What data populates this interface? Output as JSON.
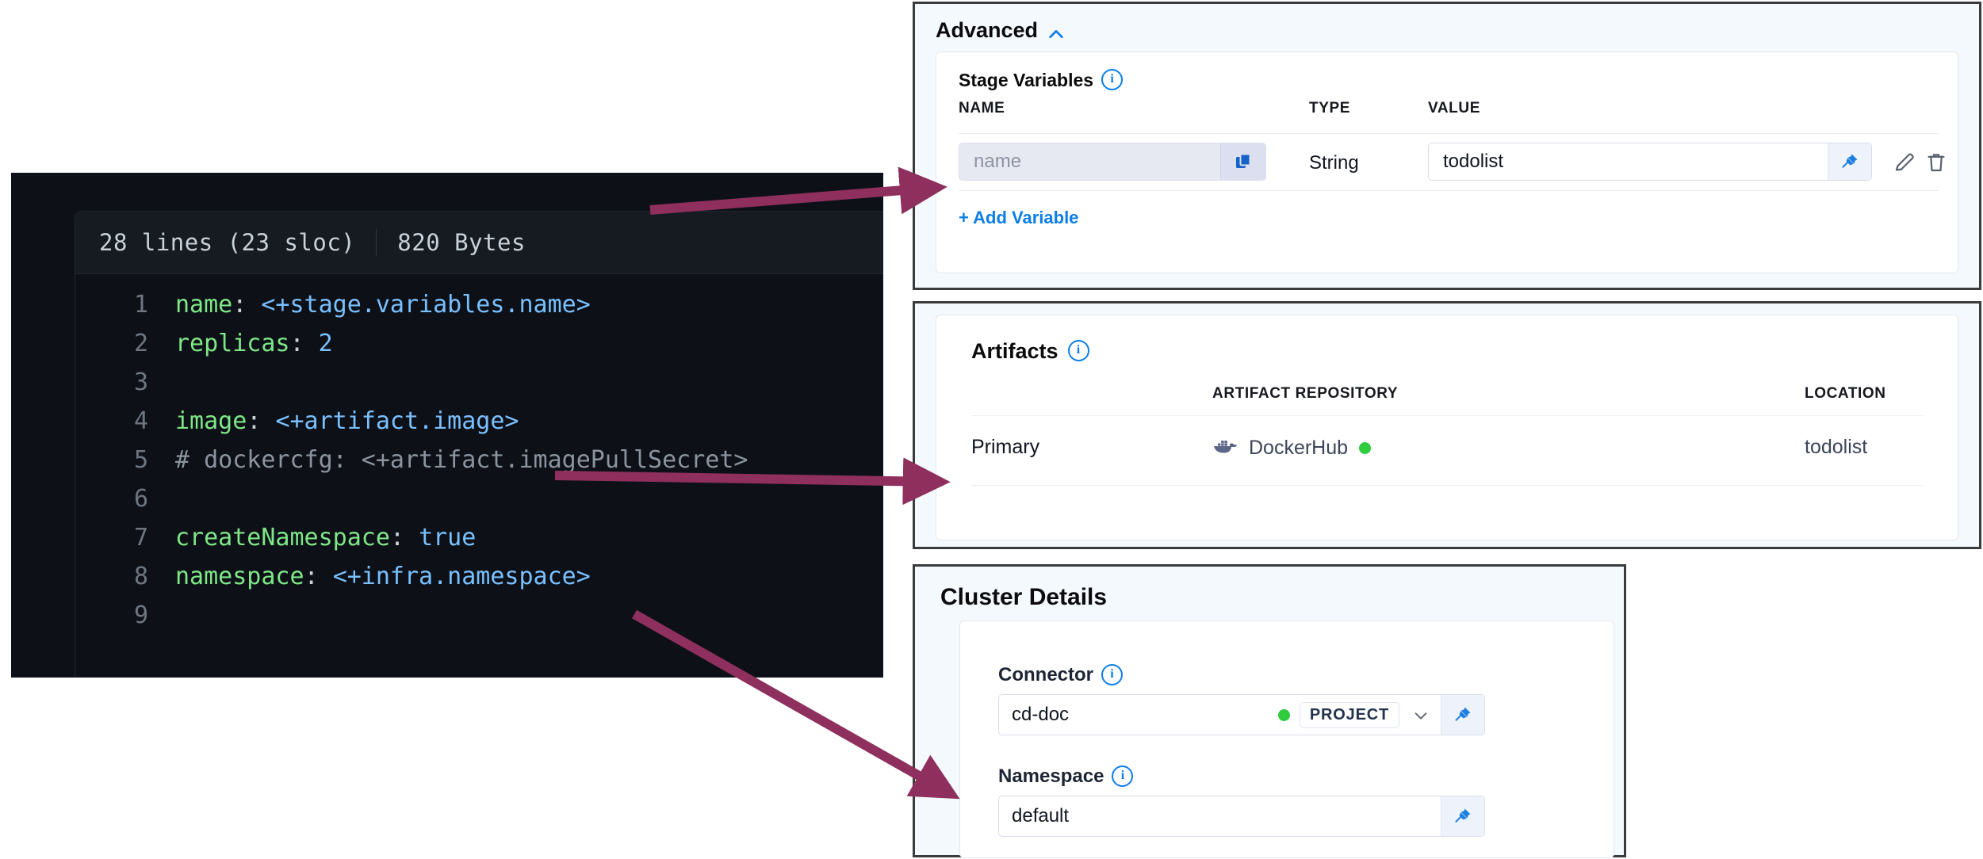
{
  "code_panel": {
    "meta": {
      "lines": "28 lines (23 sloc)",
      "size": "820 Bytes"
    },
    "lines": [
      {
        "n": "1",
        "segments": [
          {
            "t": "name",
            "c": "k"
          },
          {
            "t": ": ",
            "c": "p"
          },
          {
            "t": "<+stage.variables.name>",
            "c": "v"
          }
        ]
      },
      {
        "n": "2",
        "segments": [
          {
            "t": "replicas",
            "c": "k"
          },
          {
            "t": ": ",
            "c": "p"
          },
          {
            "t": "2",
            "c": "v"
          }
        ]
      },
      {
        "n": "3",
        "segments": []
      },
      {
        "n": "4",
        "segments": [
          {
            "t": "image",
            "c": "k"
          },
          {
            "t": ": ",
            "c": "p"
          },
          {
            "t": "<+artifact.image>",
            "c": "v"
          }
        ]
      },
      {
        "n": "5",
        "segments": [
          {
            "t": "# dockercfg: <+artifact.imagePullSecret>",
            "c": "c"
          }
        ]
      },
      {
        "n": "6",
        "segments": []
      },
      {
        "n": "7",
        "segments": [
          {
            "t": "createNamespace",
            "c": "k"
          },
          {
            "t": ": ",
            "c": "p"
          },
          {
            "t": "true",
            "c": "v"
          }
        ]
      },
      {
        "n": "8",
        "segments": [
          {
            "t": "namespace",
            "c": "k"
          },
          {
            "t": ": ",
            "c": "p"
          },
          {
            "t": "<+infra.namespace>",
            "c": "v"
          }
        ]
      },
      {
        "n": "9",
        "segments": []
      }
    ]
  },
  "advanced": {
    "title": "Advanced",
    "collapse_icon": "chevron-up-icon",
    "stage_variables_label": "Stage Variables",
    "columns": {
      "name": "NAME",
      "type": "TYPE",
      "value": "VALUE"
    },
    "variable_row": {
      "name_placeholder": "name",
      "copy_icon": "copy-icon",
      "type": "String",
      "value": "todolist",
      "pin_icon": "pin-icon",
      "edit_icon": "pencil-icon",
      "delete_icon": "trash-icon"
    },
    "add_variable_label": "+ Add Variable"
  },
  "artifacts": {
    "title": "Artifacts",
    "columns": {
      "repository": "ARTIFACT REPOSITORY",
      "location": "LOCATION"
    },
    "row": {
      "type": "Primary",
      "repository": "DockerHub",
      "repository_icon": "docker-whale-icon",
      "status": "connected",
      "status_color": "#2fcc3e",
      "location": "todolist"
    }
  },
  "cluster_details": {
    "title": "Cluster Details",
    "connector": {
      "label": "Connector",
      "value": "cd-doc",
      "scope_badge": "PROJECT",
      "status_color": "#2fcc3e",
      "dropdown_icon": "chevron-down-icon",
      "pin_icon": "pin-icon"
    },
    "namespace": {
      "label": "Namespace",
      "value": "default",
      "pin_icon": "pin-icon"
    }
  },
  "annotations": {
    "arrow_color": "#8e2f5d",
    "arrows": [
      {
        "name": "arrow-name-variable",
        "from_label": "name: <+stage.variables.name>",
        "to_label": "Stage Variables name field"
      },
      {
        "name": "arrow-artifact-image",
        "from_label": "image: <+artifact.image>",
        "to_label": "Artifacts Primary row"
      },
      {
        "name": "arrow-infra-namespace",
        "from_label": "namespace: <+infra.namespace>",
        "to_label": "Cluster Details Namespace field"
      }
    ]
  },
  "colors": {
    "accent_blue": "#0b7ee8",
    "code_bg": "#0d1117",
    "panel_bg": "#f4f9fd",
    "green": "#2fcc3e"
  }
}
